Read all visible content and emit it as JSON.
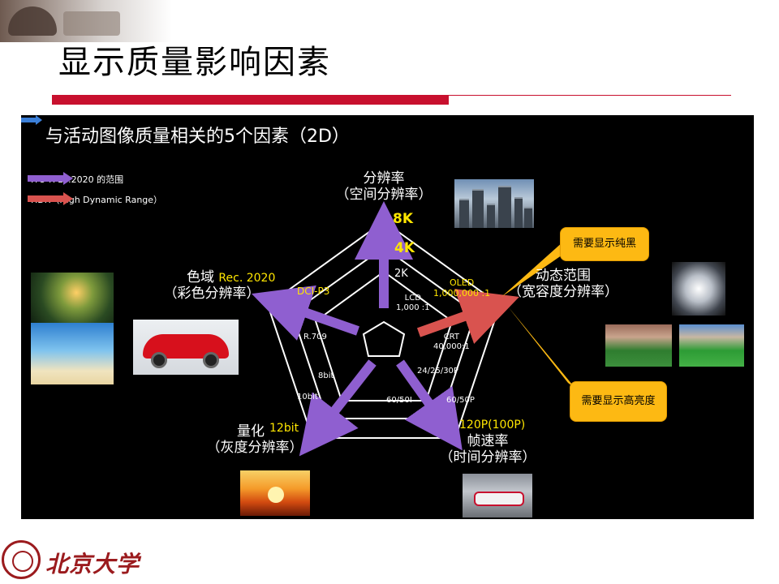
{
  "slide": {
    "title": "显示质量影响因素"
  },
  "panel": {
    "title": "与活动图像质量相关的5个因素（2D）",
    "legend": [
      {
        "text": "ITU-R BT.2020 的范围",
        "color": "#8f5fd0"
      },
      {
        "text": "HDR（High Dynamic Range）",
        "color": "#d9534f"
      }
    ],
    "axes": {
      "resolution": {
        "name": "分辨率",
        "sub": "（空间分辨率）",
        "ticks": [
          "8K",
          "4K",
          "2K"
        ]
      },
      "dynamic_range": {
        "name": "动态范围",
        "sub": "（宽容度分辨率）",
        "top": "OLED",
        "top_value": "1,000,000 :1",
        "mid": "CRT",
        "mid_value": "40,000:1",
        "inner": "LCD",
        "inner_value": "1,000 :1"
      },
      "frame_rate": {
        "name": "帧速率",
        "sub": "（时间分辨率）",
        "top": "120P(100P)",
        "mid": "60/50P",
        "inner": "24/25/30P",
        "innermost": "60/50I"
      },
      "quantization": {
        "name": "量化",
        "sub": "（灰度分辨率）",
        "top": "12bit",
        "mid": "10bit",
        "inner": "8bit"
      },
      "gamut": {
        "name": "色域",
        "sub": "（彩色分辨率）",
        "top": "Rec. 2020",
        "mid": "DCI-P3",
        "inner": "R.709"
      }
    },
    "callouts": {
      "black": "需要显示纯黑",
      "bright": "需要显示高亮度"
    },
    "colors": {
      "bt2020_arrow": "#8f5fd0",
      "hdr_arrow": "#d9534f",
      "callout_fill": "#fdb913",
      "title_bar": "#c8102e"
    }
  },
  "footer": {
    "logo_text": "北京大学"
  }
}
